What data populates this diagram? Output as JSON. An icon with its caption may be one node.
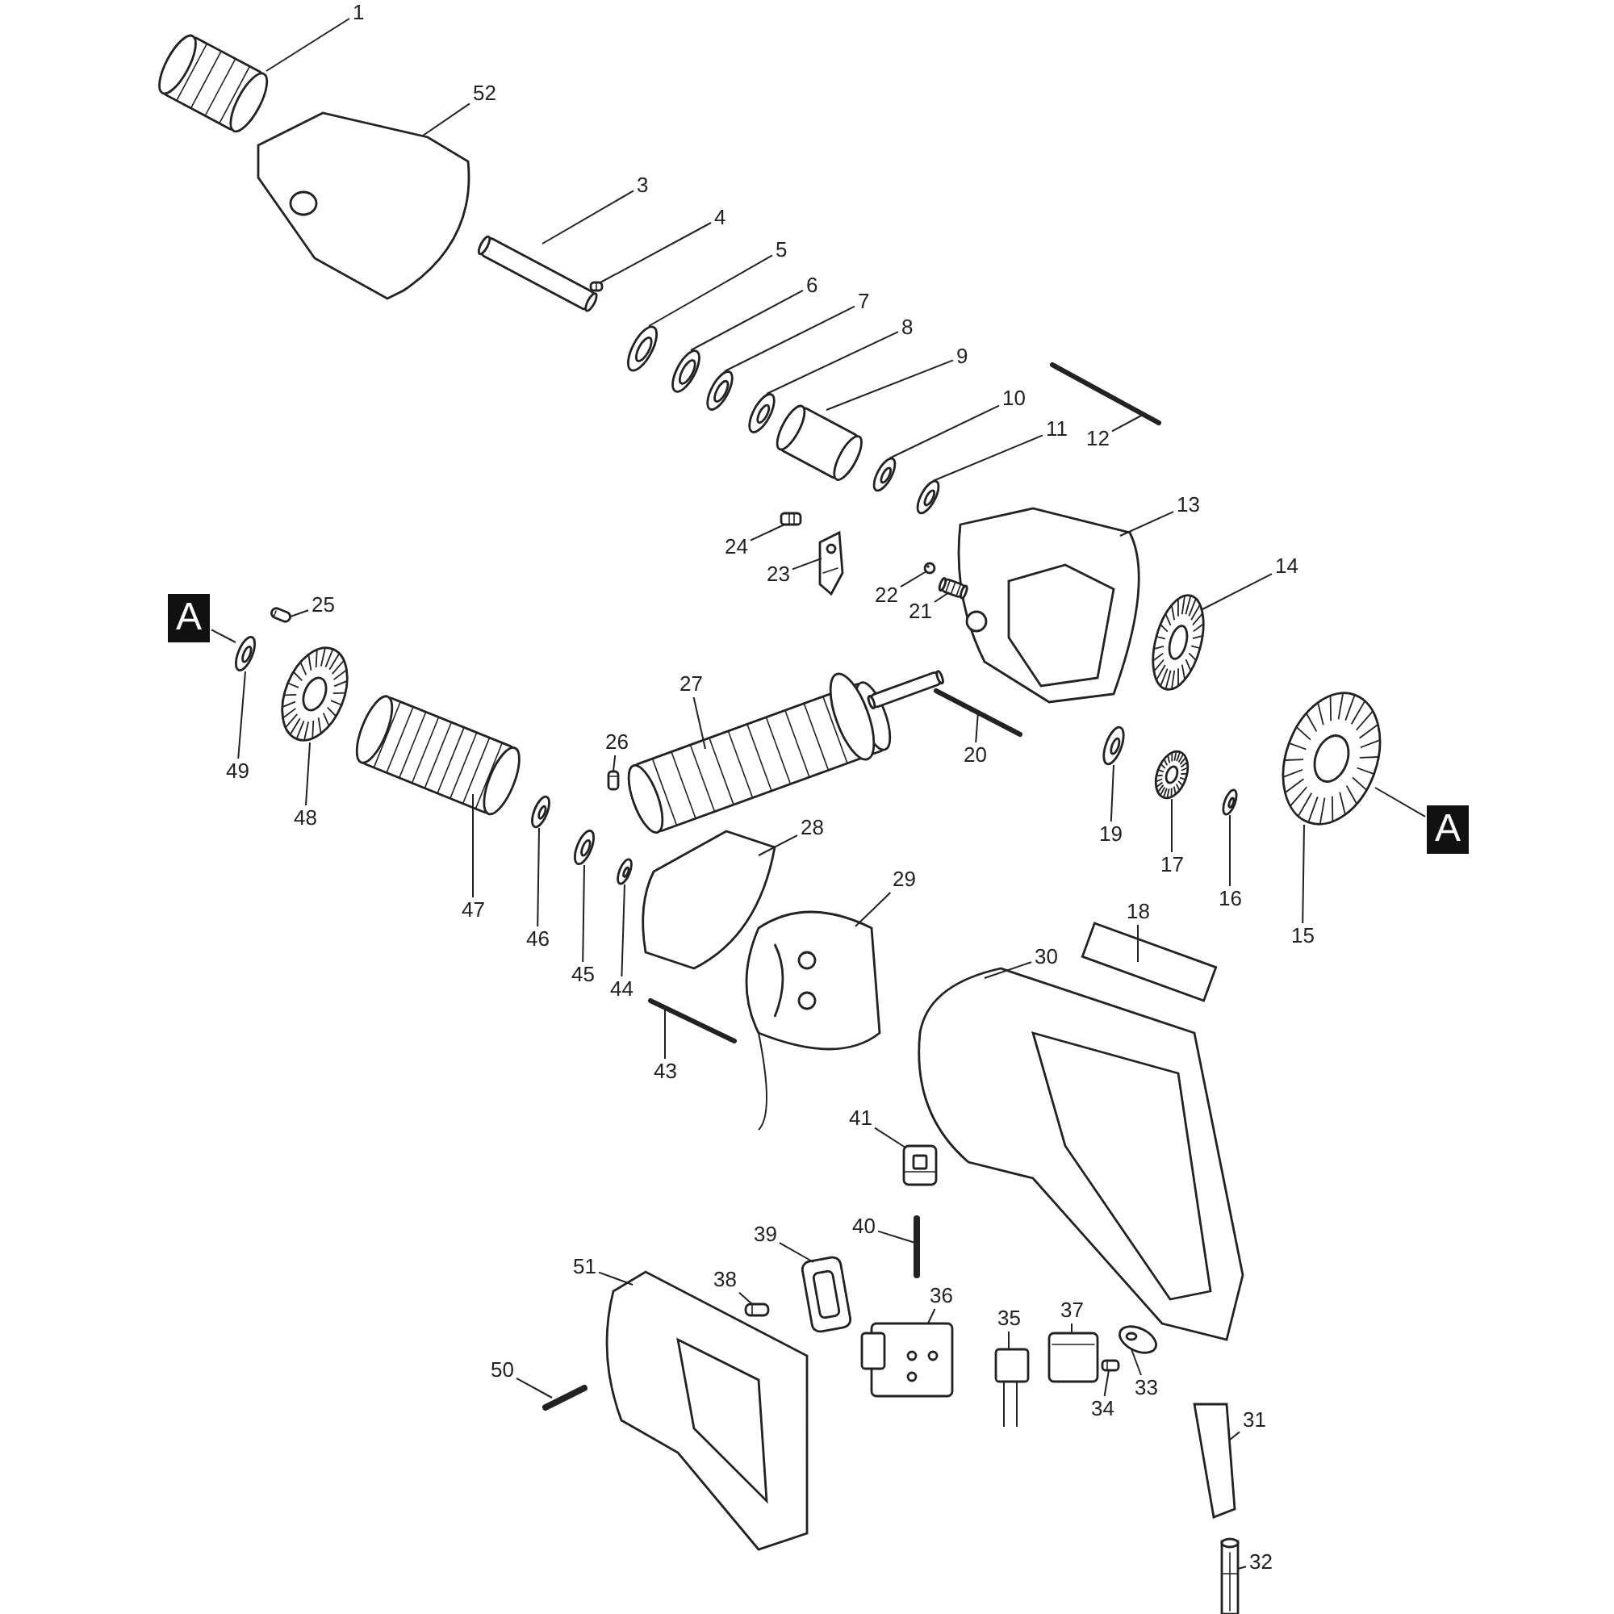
{
  "diagram": {
    "nodes": [
      {
        "text": [
          "1"
        ]
      },
      {
        "text": [
          "52"
        ]
      },
      {
        "text": [
          "3"
        ]
      },
      {
        "text": [
          "4"
        ]
      },
      {
        "text": [
          "5"
        ]
      },
      {
        "text": [
          "6"
        ]
      },
      {
        "text": [
          "7"
        ]
      },
      {
        "text": [
          "8"
        ]
      },
      {
        "text": [
          "9"
        ]
      },
      {
        "text": [
          "10"
        ]
      },
      {
        "text": [
          "11"
        ]
      },
      {
        "text": [
          "12"
        ]
      },
      {
        "text": [
          "13"
        ]
      },
      {
        "text": [
          "14"
        ]
      },
      {
        "text": [
          "24"
        ]
      },
      {
        "text": [
          "23"
        ]
      },
      {
        "text": [
          "A"
        ]
      },
      {
        "text": [
          "25"
        ]
      },
      {
        "text": [
          "22"
        ]
      },
      {
        "text": [
          "21"
        ]
      },
      {
        "text": [
          "27"
        ]
      },
      {
        "text": [
          "26"
        ]
      },
      {
        "text": [
          "49"
        ]
      },
      {
        "text": [
          "20"
        ]
      },
      {
        "text": [
          "48"
        ]
      },
      {
        "text": [
          "28"
        ]
      },
      {
        "text": [
          "A"
        ]
      },
      {
        "text": [
          "19"
        ]
      },
      {
        "text": [
          "17"
        ]
      },
      {
        "text": [
          "29"
        ]
      },
      {
        "text": [
          "16"
        ]
      },
      {
        "text": [
          "47"
        ]
      },
      {
        "text": [
          "18"
        ]
      },
      {
        "text": [
          "15"
        ]
      },
      {
        "text": [
          "46"
        ]
      },
      {
        "text": [
          "30"
        ]
      },
      {
        "text": [
          "45"
        ]
      },
      {
        "text": [
          "44"
        ]
      },
      {
        "text": [
          "43"
        ]
      },
      {
        "text": [
          "41"
        ]
      },
      {
        "text": [
          "40"
        ]
      },
      {
        "text": [
          "39"
        ]
      },
      {
        "text": [
          "51"
        ]
      },
      {
        "text": [
          "38"
        ]
      },
      {
        "text": [
          "36"
        ]
      },
      {
        "text": [
          "37"
        ]
      },
      {
        "text": [
          "35"
        ]
      },
      {
        "text": [
          "50"
        ]
      },
      {
        "text": [
          "33"
        ]
      },
      {
        "text": [
          "34"
        ]
      },
      {
        "text": [
          "31"
        ]
      },
      {
        "text": [
          "32"
        ]
      },
      {
        "text": [],
        "shape": "picture"
      },
      {
        "text": [],
        "shape": "picture"
      },
      {
        "text": [],
        "shape": "picture"
      },
      {
        "text": [],
        "shape": "picture"
      },
      {
        "text": [],
        "shape": "picture"
      },
      {
        "text": [],
        "shape": "picture"
      },
      {
        "text": [],
        "shape": "picture"
      },
      {
        "text": [],
        "shape": "picture"
      },
      {
        "text": [],
        "shape": "picture"
      },
      {
        "text": [],
        "shape": "picture"
      },
      {
        "text": [],
        "shape": "picture"
      },
      {
        "text": [],
        "shape": "picture"
      },
      {
        "text": [],
        "shape": "picture"
      },
      {
        "text": [],
        "shape": "picture"
      },
      {
        "text": [],
        "shape": "picture"
      },
      {
        "text": [],
        "shape": "picture"
      },
      {
        "text": [],
        "shape": "picture"
      },
      {
        "text": [],
        "shape": "picture"
      },
      {
        "text": [],
        "shape": "picture"
      },
      {
        "text": [],
        "shape": "picture"
      },
      {
        "text": [],
        "shape": "picture"
      },
      {
        "text": [],
        "shape": "picture"
      },
      {
        "text": [],
        "shape": "picture"
      },
      {
        "text": [],
        "shape": "picture"
      },
      {
        "text": [],
        "shape": "picture"
      },
      {
        "text": [],
        "shape": "picture"
      },
      {
        "text": [],
        "shape": "picture"
      },
      {
        "text": [],
        "shape": "picture"
      },
      {
        "text": [],
        "shape": "picture"
      },
      {
        "text": [],
        "shape": "picture"
      },
      {
        "text": [],
        "shape": "picture"
      },
      {
        "text": [],
        "shape": "picture"
      },
      {
        "text": [],
        "shape": "picture"
      },
      {
        "text": [],
        "shape": "picture"
      },
      {
        "text": [],
        "shape": "picture"
      },
      {
        "text": [],
        "shape": "picture"
      },
      {
        "text": [],
        "shape": "picture"
      },
      {
        "text": [],
        "shape": "picture"
      },
      {
        "text": [],
        "shape": "picture"
      },
      {
        "text": [],
        "shape": "picture"
      },
      {
        "text": [],
        "shape": "picture"
      },
      {
        "text": [],
        "shape": "picture"
      },
      {
        "text": [],
        "shape": "picture"
      },
      {
        "text": [],
        "shape": "picture"
      },
      {
        "text": [],
        "shape": "picture"
      },
      {
        "text": [],
        "shape": "picture"
      },
      {
        "text": [],
        "shape": "picture"
      },
      {
        "text": [],
        "shape": "picture"
      },
      {
        "text": [],
        "shape": "picture"
      },
      {
        "text": [],
        "shape": "picture"
      }
    ],
    "edges": [
      {
        "from": 0,
        "to": 52,
        "arrow": "none"
      },
      {
        "from": 1,
        "to": 53,
        "arrow": "none"
      },
      {
        "from": 2,
        "to": 54,
        "arrow": "none"
      },
      {
        "from": 3,
        "to": 55,
        "arrow": "none"
      },
      {
        "from": 4,
        "to": 56,
        "arrow": "none"
      },
      {
        "from": 5,
        "to": 57,
        "arrow": "none"
      },
      {
        "from": 6,
        "to": 58,
        "arrow": "none"
      },
      {
        "from": 7,
        "to": 59,
        "arrow": "none"
      },
      {
        "from": 8,
        "to": 60,
        "arrow": "none"
      },
      {
        "from": 9,
        "to": 61,
        "arrow": "none"
      },
      {
        "from": 10,
        "to": 62,
        "arrow": "none"
      },
      {
        "from": 11,
        "to": 63,
        "arrow": "none"
      },
      {
        "from": 12,
        "to": 64,
        "arrow": "none"
      },
      {
        "from": 13,
        "to": 65,
        "arrow": "none"
      },
      {
        "from": 14,
        "to": 66,
        "arrow": "none"
      },
      {
        "from": 15,
        "to": 67,
        "arrow": "none"
      },
      {
        "from": 16,
        "to": 73,
        "arrow": "none"
      },
      {
        "from": 17,
        "to": 68,
        "arrow": "none"
      },
      {
        "from": 18,
        "to": 69,
        "arrow": "none"
      },
      {
        "from": 19,
        "to": 70,
        "arrow": "none"
      },
      {
        "from": 20,
        "to": 71,
        "arrow": "none"
      },
      {
        "from": 21,
        "to": 72,
        "arrow": "none"
      },
      {
        "from": 22,
        "to": 73,
        "arrow": "none"
      },
      {
        "from": 23,
        "to": 74,
        "arrow": "none"
      },
      {
        "from": 24,
        "to": 75,
        "arrow": "none"
      },
      {
        "from": 25,
        "to": 76,
        "arrow": "none"
      },
      {
        "from": 26,
        "to": 83,
        "arrow": "none"
      },
      {
        "from": 27,
        "to": 77,
        "arrow": "none"
      },
      {
        "from": 28,
        "to": 78,
        "arrow": "none"
      },
      {
        "from": 29,
        "to": 79,
        "arrow": "none"
      },
      {
        "from": 30,
        "to": 80,
        "arrow": "none"
      },
      {
        "from": 31,
        "to": 81,
        "arrow": "none"
      },
      {
        "from": 32,
        "to": 82,
        "arrow": "none"
      },
      {
        "from": 33,
        "to": 83,
        "arrow": "none"
      },
      {
        "from": 34,
        "to": 84,
        "arrow": "none"
      },
      {
        "from": 35,
        "to": 85,
        "arrow": "none"
      },
      {
        "from": 36,
        "to": 86,
        "arrow": "none"
      },
      {
        "from": 37,
        "to": 87,
        "arrow": "none"
      },
      {
        "from": 38,
        "to": 88,
        "arrow": "none"
      },
      {
        "from": 39,
        "to": 89,
        "arrow": "none"
      },
      {
        "from": 40,
        "to": 90,
        "arrow": "none"
      },
      {
        "from": 41,
        "to": 91,
        "arrow": "none"
      },
      {
        "from": 42,
        "to": 92,
        "arrow": "none"
      },
      {
        "from": 43,
        "to": 93,
        "arrow": "none"
      },
      {
        "from": 44,
        "to": 94,
        "arrow": "none"
      },
      {
        "from": 45,
        "to": 95,
        "arrow": "none"
      },
      {
        "from": 46,
        "to": 96,
        "arrow": "none"
      },
      {
        "from": 47,
        "to": 97,
        "arrow": "none"
      },
      {
        "from": 48,
        "to": 98,
        "arrow": "none"
      },
      {
        "from": 49,
        "to": 99,
        "arrow": "none"
      },
      {
        "from": 50,
        "to": 100,
        "arrow": "none"
      },
      {
        "from": 51,
        "to": 101,
        "arrow": "none"
      }
    ]
  }
}
